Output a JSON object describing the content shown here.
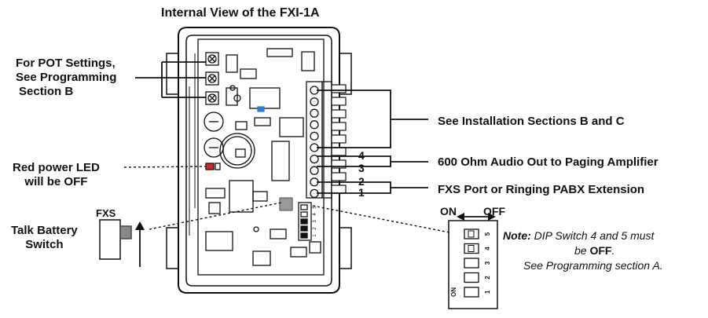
{
  "title": "Internal View of the FXI-1A",
  "callouts": {
    "pot_line1": "For POT Settings,",
    "pot_line2": "See Programming",
    "pot_line3": "Section B",
    "led_line1": "Red power LED",
    "led_line2": "will be OFF",
    "talk_line1": "Talk Battery",
    "talk_line2": "Switch",
    "fxs": "FXS",
    "installation": "See Installation Sections B and C",
    "audio": "600 Ohm Audio Out to Paging Amplifier",
    "port": "FXS Port or Ringing PABX Extension"
  },
  "terminal_numbers": [
    "4",
    "3",
    "2",
    "1"
  ],
  "dip": {
    "on_label": "ON",
    "off_label": "OFF",
    "switch_numbers": [
      "5",
      "4",
      "3",
      "2",
      "1"
    ],
    "side_label": "ON",
    "mini_numbers": [
      "5",
      "4",
      "3",
      "2",
      "1"
    ]
  },
  "note": {
    "prefix": "Note:",
    "line1_rest": " DIP Switch 4 and 5 must",
    "line2_a": "be ",
    "line2_bold": "OFF",
    "line2_b": ".",
    "line3": "See Programming section A."
  },
  "colors": {
    "ink": "#111111",
    "led": "#d62828",
    "indicator": "#2a7fd4"
  }
}
